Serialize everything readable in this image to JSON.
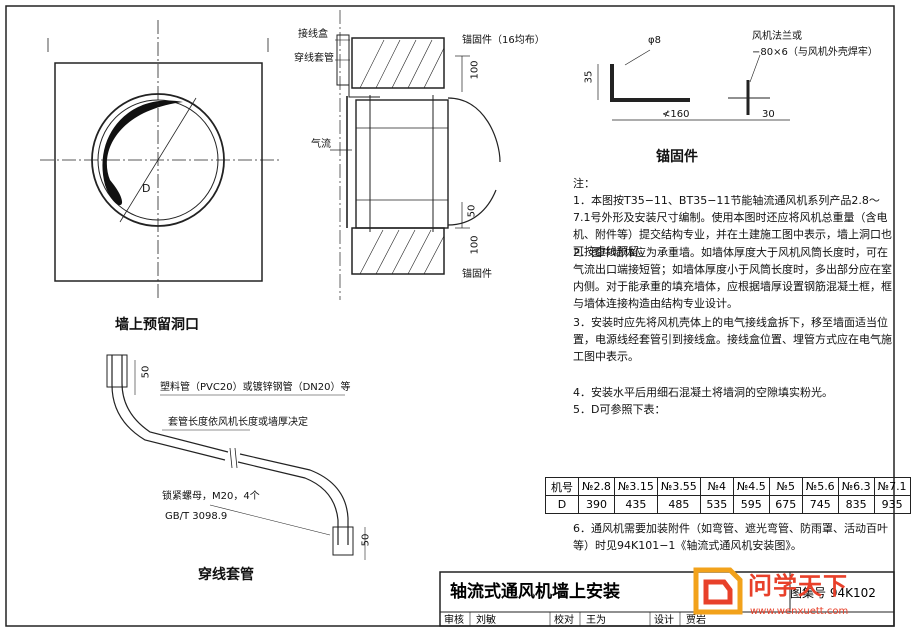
{
  "opening": {
    "diameter_label": "D",
    "caption": "墙上预留洞口"
  },
  "section": {
    "junction_box": "接线盒",
    "conduit_sleeve": "穿线套管",
    "airflow": "气流",
    "anchor_note": "锚固件（16均布）",
    "anchor": "锚固件",
    "dim_top": "100",
    "dim_mid": "50",
    "dim_bottom": "100"
  },
  "anchor": {
    "rod_diameter": "φ8",
    "flange": "风机法兰或",
    "flange_spec": "−80×6（与风机外壳焊牢）",
    "dim_height": "35",
    "dim_length": "≮160",
    "dim_tail": "30",
    "caption": "锚固件"
  },
  "conduit": {
    "dim_top": "50",
    "material": "塑料管（PVC20）或镀锌钢管（DN20）等",
    "length_note": "套管长度依风机长度或墙厚决定",
    "lock_nut": "锁紧螺母，M20，4个",
    "standard": "GB/T 3098.9",
    "dim_bottom": "50",
    "caption": "穿线套管"
  },
  "notes": {
    "heading": "注：",
    "items": [
      "1．本图按T35−11、BT35−11节能轴流通风机系列产品2.8～7.1号外形及安装尺寸编制。使用本图时还应将风机总重量（含电机、附件等）提交结构专业，并在土建施工图中表示，墙上洞口也可按虚线预留。",
      "2．图中墙体应为承重墙。如墙体厚度大于风机风筒长度时，可在气流出口端接短管；如墙体厚度小于风筒长度时，多出部分应在室内侧。对于能承重的填充墙体，应根据墙厚设置钢筋混凝土框，框与墙体连接构造由结构专业设计。",
      "3．安装时应先将风机壳体上的电气接线盒拆下，移至墙面适当位置，电源线经套管引到接线盒。接线盒位置、埋管方式应在电气施工图中表示。",
      "4．安装水平后用细石混凝土将墙洞的空隙填实粉光。",
      "5．D可参照下表：",
      "6．通风机需要加装附件（如弯管、遮光弯管、防雨罩、活动百叶等）时见94K101−1《轴流式通风机安装图》。"
    ]
  },
  "d_table": {
    "header": [
      "机号",
      "№2.8",
      "№3.15",
      "№3.55",
      "№4",
      "№4.5",
      "№5",
      "№5.6",
      "№6.3",
      "№7.1"
    ],
    "values": [
      "D",
      "390",
      "435",
      "485",
      "535",
      "595",
      "675",
      "745",
      "835",
      "935"
    ]
  },
  "title_block": {
    "title": "轴流式通风机墙上安装",
    "atlas_no": "图集号 94K102",
    "review_label": "审核",
    "reviewer": "刘敏",
    "check_label": "校对",
    "checker": "王为",
    "design_label": "设计",
    "designer": "贾岩"
  },
  "watermark": {
    "name": "问学天下",
    "url": "www.wenxuett.com"
  }
}
